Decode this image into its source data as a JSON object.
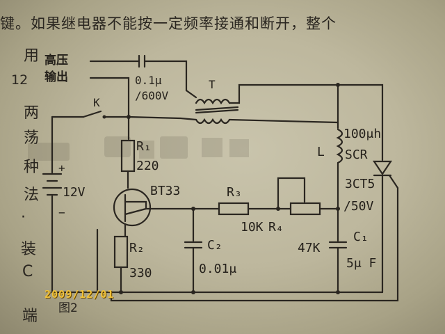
{
  "page": {
    "top_line": "键。如果继电器不能按一定频率接通和断开，整个",
    "side_chars": [
      "用",
      "12",
      "两",
      "荡",
      "种",
      "法",
      "·",
      "装",
      "C",
      "端"
    ],
    "figure_label": "图2",
    "date_stamp": "2009/12/01"
  },
  "circuit": {
    "hv_out_line1": "高压",
    "hv_out_line2": "输出",
    "cap_value": "0.1μ",
    "cap_voltage": "/600V",
    "transformer": "T",
    "switch": "K",
    "r1_name": "R₁",
    "r1_value": "220",
    "battery_plus": "+",
    "battery_value": "12V",
    "battery_minus": "−",
    "ujt": "BT33",
    "r2_name": "R₂",
    "r2_value": "330",
    "r3_name": "R₃",
    "r3_value": "10K",
    "r4_name": "R₄",
    "r4_value": "47K",
    "c2_name": "C₂",
    "c2_value": "0.01μ",
    "c1_name": "C₁",
    "c1_value": "5μ F",
    "inductor_value": "100μh",
    "inductor_name": "L",
    "scr_label": "SCR",
    "scr_type": "3CT5",
    "scr_rating": "/50V"
  }
}
